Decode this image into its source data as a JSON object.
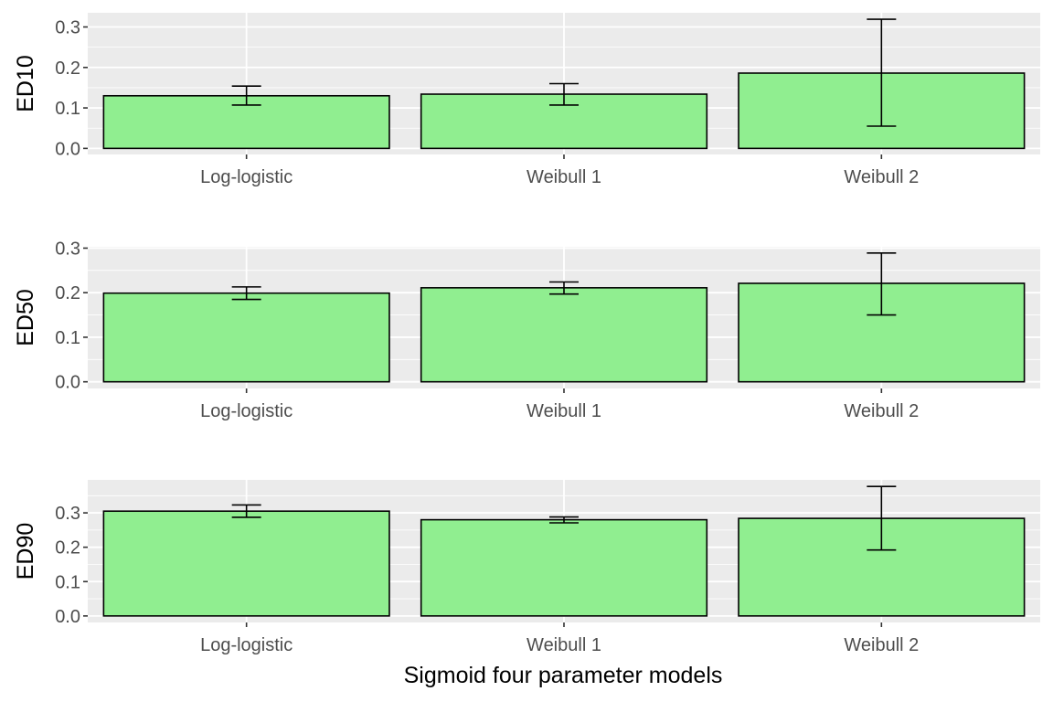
{
  "chart_data": [
    {
      "type": "bar",
      "ylabel": "ED10",
      "categories": [
        "Log-logistic",
        "Weibull 1",
        "Weibull 2"
      ],
      "values": [
        0.13,
        0.134,
        0.186
      ],
      "error_low": [
        0.107,
        0.107,
        0.055
      ],
      "error_high": [
        0.154,
        0.16,
        0.319
      ],
      "yticks": [
        "0.0",
        "0.1",
        "0.2",
        "0.3"
      ],
      "ylim": [
        -0.015,
        0.335
      ],
      "grid": true
    },
    {
      "type": "bar",
      "ylabel": "ED50",
      "categories": [
        "Log-logistic",
        "Weibull 1",
        "Weibull 2"
      ],
      "values": [
        0.199,
        0.211,
        0.221
      ],
      "error_low": [
        0.185,
        0.197,
        0.15
      ],
      "error_high": [
        0.213,
        0.224,
        0.289
      ],
      "yticks": [
        "0.0",
        "0.1",
        "0.2",
        "0.3"
      ],
      "ylim": [
        -0.015,
        0.303
      ],
      "grid": true
    },
    {
      "type": "bar",
      "ylabel": "ED90",
      "categories": [
        "Log-logistic",
        "Weibull 1",
        "Weibull 2"
      ],
      "values": [
        0.305,
        0.28,
        0.284
      ],
      "error_low": [
        0.287,
        0.271,
        0.192
      ],
      "error_high": [
        0.323,
        0.288,
        0.377
      ],
      "yticks": [
        "0.0",
        "0.1",
        "0.2",
        "0.3"
      ],
      "ylim": [
        -0.019,
        0.396
      ],
      "grid": true
    }
  ],
  "xlabel": "Sigmoid four parameter models",
  "colors": {
    "panel_background": "#ebebeb",
    "gridline": "#ffffff",
    "bar_fill": "#90ee90",
    "bar_outline": "#000000",
    "tick_text": "#4d4d4d",
    "tick_mark": "#333333"
  }
}
